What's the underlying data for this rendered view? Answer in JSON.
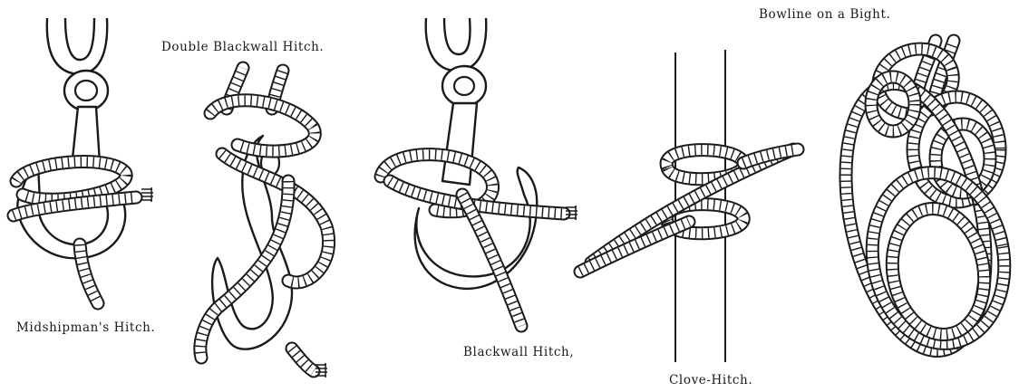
{
  "labels": {
    "midshipmans_hitch": "Midshipman's Hitch.",
    "double_blackwall_hitch": "Double Blackwall Hitch.",
    "blackwall_hitch": "Blackwall Hitch,",
    "clove_hitch": "Clove-Hitch.",
    "bowline_on_a_bight": "Bowline on a Bight."
  }
}
